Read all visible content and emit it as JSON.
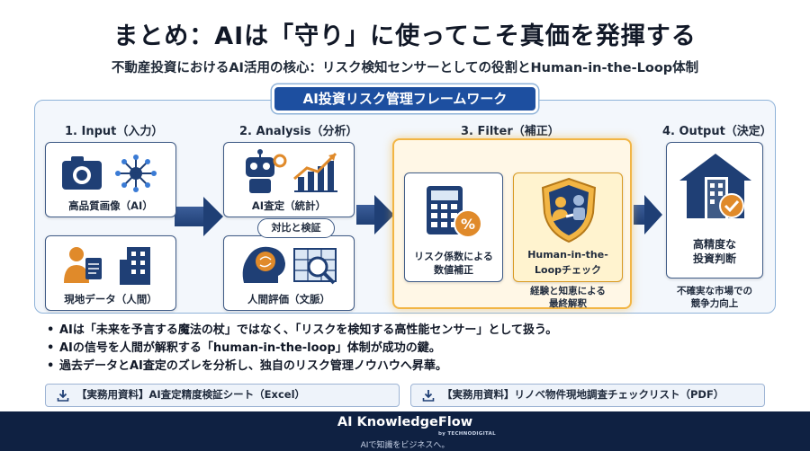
{
  "header": {
    "title": "まとめ：AIは「守り」に使ってこそ真価を発揮する",
    "subtitle": "不動産投資におけるAI活用の核心：リスク検知センサーとしての役割とHuman-in-the-Loop体制"
  },
  "framework": {
    "banner": "AI投資リスク管理フレームワーク",
    "stages": {
      "input": "1. Input（入力）",
      "analysis": "2. Analysis（分析）",
      "filter": "3. Filter（補正）",
      "output": "4. Output（決定）"
    },
    "cards": {
      "photo": "高品質画像（AI）",
      "field": "現地データ（人間）",
      "ai_appraisal": "AI査定（統計）",
      "human_eval": "人間評価（文脈）",
      "risk_coef_line1": "リスク係数による",
      "risk_coef_line2": "数値補正",
      "hitl_line1": "Human-in-the-",
      "hitl_line2": "Loopチェック",
      "decision_line1": "高精度な",
      "decision_line2": "投資判断"
    },
    "compare_badge": "対比と検証",
    "hitl_note_line1": "経験と知恵による",
    "hitl_note_line2": "最終解釈",
    "output_note_line1": "不確実な市場での",
    "output_note_line2": "競争力向上"
  },
  "bullets": [
    "AIは「未来を予言する魔法の杖」ではなく、「リスクを検知する高性能センサー」として扱う。",
    "AIの信号を人間が解釈する「human-in-the-loop」体制が成功の鍵。",
    "過去データとAI査定のズレを分析し、独自のリスク管理ノウハウへ昇華。"
  ],
  "downloads": {
    "excel": "【実務用資料】AI査定精度検証シート（Excel）",
    "pdf": "【実務用資料】リノベ物件現地調査チェックリスト（PDF）"
  },
  "footer": {
    "brand": "AI KnowledgeFlow",
    "by": "by TECHNODIGITAL",
    "tagline": "AIで知識をビジネスへ。"
  },
  "colors": {
    "navy": "#1d4fa0",
    "dark_navy": "#0f2142",
    "gold": "#f2b544"
  }
}
